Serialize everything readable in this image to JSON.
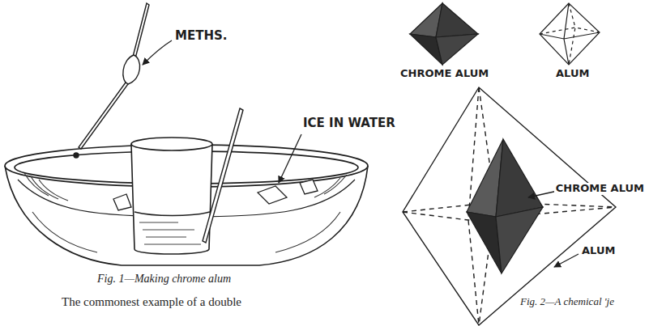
{
  "diagram": {
    "labels": [
      "METHS.",
      "ICE IN WATER",
      "Fig. 1—Making chrome alum",
      "The commonest example of a double",
      "CHROME ALUM",
      "ALUM",
      "CHROME ALUM",
      "ALUM",
      "Fig. 2—A chemical 'je"
    ]
  }
}
